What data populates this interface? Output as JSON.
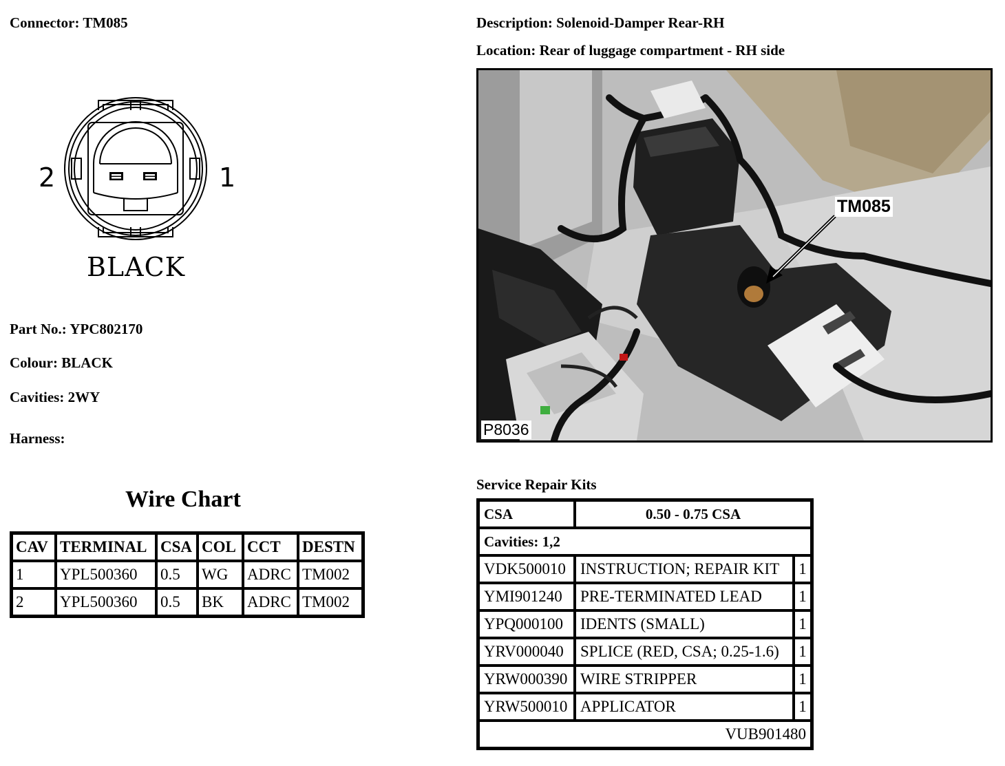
{
  "connector": {
    "label": "Connector: TM085"
  },
  "description": {
    "label": "Description: Solenoid-Damper Rear-RH"
  },
  "location": {
    "label": "Location: Rear of luggage compartment - RH side"
  },
  "connector_face": {
    "pin_left": "2",
    "pin_right": "1",
    "colour_caption": "BLACK"
  },
  "photo": {
    "callout": "TM085",
    "photo_id": "P8036"
  },
  "part_info": {
    "part_no": "Part No.: YPC802170",
    "colour": "Colour: BLACK",
    "cavities": "Cavities: 2WY",
    "harness": "Harness:"
  },
  "wire_chart": {
    "title": "Wire Chart",
    "headers": [
      "CAV",
      "TERMINAL",
      "CSA",
      "COL",
      "CCT",
      "DESTN"
    ],
    "rows": [
      [
        "1",
        "YPL500360",
        "0.5",
        "WG",
        "ADRC",
        "TM002"
      ],
      [
        "2",
        "YPL500360",
        "0.5",
        "BK",
        "ADRC",
        "TM002"
      ]
    ]
  },
  "repair_kits": {
    "title": "Service Repair Kits",
    "csa_label": "CSA",
    "csa_value": "0.50 - 0.75 CSA",
    "cavities": "Cavities: 1,2",
    "items": [
      [
        "VDK500010",
        "INSTRUCTION; REPAIR KIT",
        "1"
      ],
      [
        "YMI901240",
        "PRE-TERMINATED LEAD",
        "1"
      ],
      [
        "YPQ000100",
        "IDENTS (SMALL)",
        "1"
      ],
      [
        "YRV000040",
        "SPLICE (RED, CSA; 0.25-1.6)",
        "1"
      ],
      [
        "YRW000390",
        "WIRE STRIPPER",
        "1"
      ],
      [
        "YRW500010",
        "APPLICATOR",
        "1"
      ]
    ],
    "kit_number": "VUB901480"
  }
}
